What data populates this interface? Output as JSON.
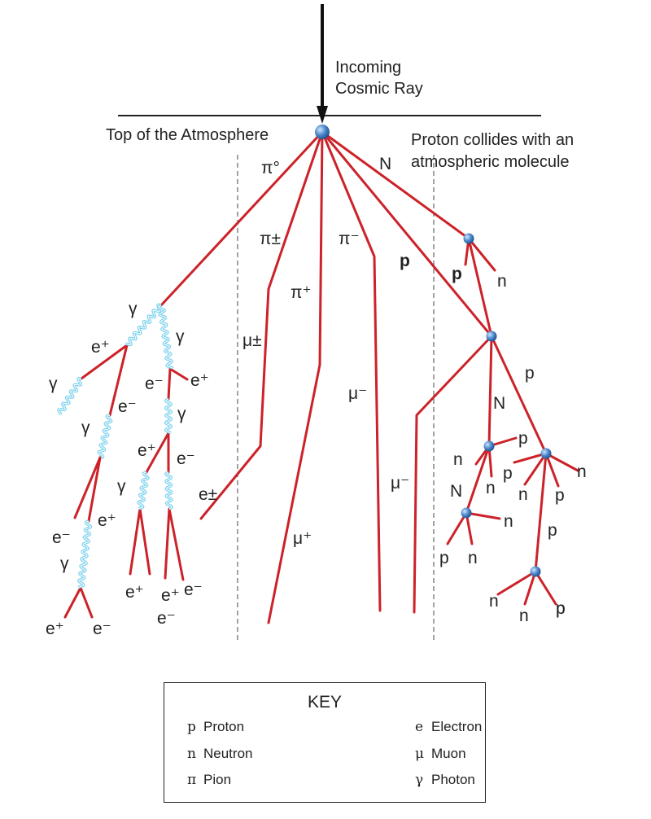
{
  "colors": {
    "track": "#cc2229",
    "photon": "#7fd3ee",
    "node": "#4a86c8",
    "arrow": "#111111",
    "divider": "#444444"
  },
  "annotations": {
    "incoming_line1": "Incoming",
    "incoming_line2": "Cosmic Ray",
    "top_atmosphere": "Top of the Atmosphere",
    "collision_line1": "Proton collides with an",
    "collision_line2": "atmospheric molecule"
  },
  "particle_labels": [
    "π°",
    "π±",
    "π⁺",
    "π⁻",
    "N",
    "p",
    "p",
    "n",
    "γ",
    "γ",
    "e⁺",
    "e⁻",
    "e⁺",
    "γ",
    "e⁻",
    "γ",
    "e⁺",
    "e⁻",
    "γ",
    "γ",
    "e⁺",
    "e⁻",
    "γ",
    "e⁺",
    "e⁺",
    "e⁻",
    "e⁻",
    "e⁺",
    "e⁻",
    "μ±",
    "e±",
    "μ⁺",
    "μ⁻",
    "μ⁻",
    "p",
    "N",
    "p",
    "n",
    "p",
    "n",
    "N",
    "n",
    "p",
    "n",
    "n",
    "p",
    "n",
    "p",
    "p",
    "n",
    "n",
    "p"
  ],
  "key": {
    "title": "KEY",
    "items": [
      {
        "symbol": "p",
        "name": "Proton"
      },
      {
        "symbol": "n",
        "name": "Neutron"
      },
      {
        "symbol": "π",
        "name": "Pion"
      },
      {
        "symbol": "e",
        "name": "Electron"
      },
      {
        "symbol": "μ",
        "name": "Muon"
      },
      {
        "symbol": "γ",
        "name": "Photon"
      }
    ]
  }
}
